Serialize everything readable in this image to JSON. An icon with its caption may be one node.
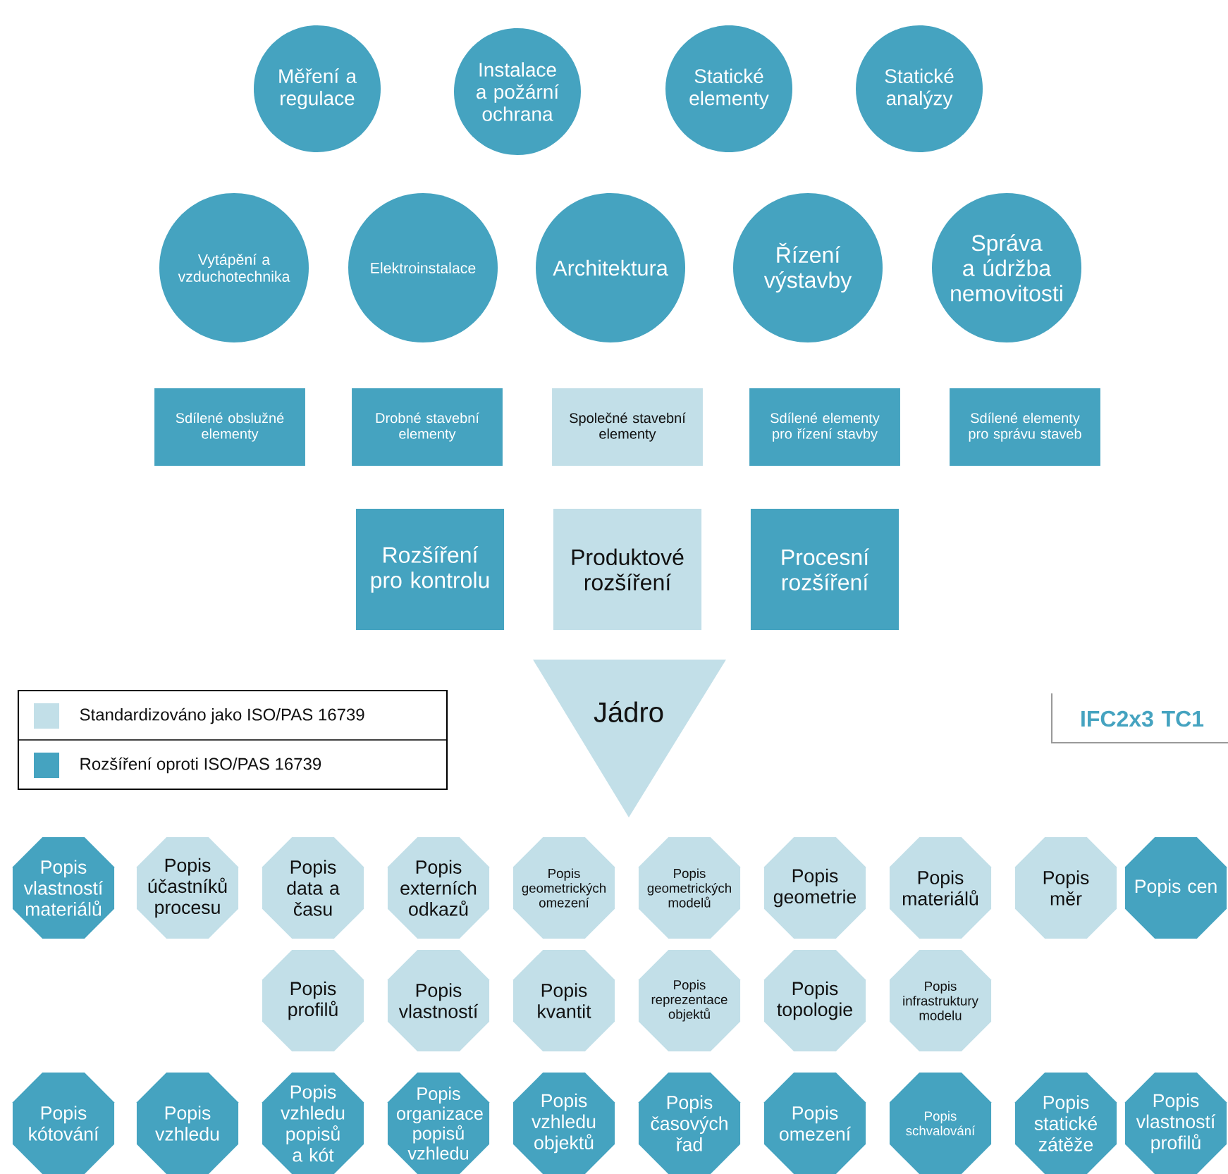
{
  "diagram": {
    "nodes": [
      {
        "text": [
          "Měření a regulace"
        ]
      },
      {
        "text": [
          "Instalace a požární ochrana"
        ]
      },
      {
        "text": [
          "Statické elementy"
        ]
      },
      {
        "text": [
          "Statické analýzy"
        ]
      },
      {
        "text": [
          "Vytápění a vzduchotechnika"
        ]
      },
      {
        "text": [
          "Elektroinstalace"
        ]
      },
      {
        "text": [
          "Architektura"
        ]
      },
      {
        "text": [
          "Řízení výstavby"
        ]
      },
      {
        "text": [
          "Správa a údržba nemovitosti"
        ]
      },
      {
        "text": [
          "Sdílené obslužné elementy"
        ]
      },
      {
        "text": [
          "Drobné stavební elementy"
        ]
      },
      {
        "text": [
          "Společné stavební elementy"
        ]
      },
      {
        "text": [
          "Sdílené elementy pro řízení stavby"
        ]
      },
      {
        "text": [
          "Sdílené elementy pro správu staveb"
        ]
      },
      {
        "text": [
          "Rozšíření pro kontrolu"
        ]
      },
      {
        "text": [
          "Produktové rozšíření"
        ]
      },
      {
        "text": [
          "Procesní rozšíření"
        ]
      },
      {
        "text": [
          "Jádro"
        ]
      },
      {
        "text": [
          "IFC2x3 TC1"
        ]
      },
      {
        "text": [
          "Popis vlastností materiálů"
        ]
      },
      {
        "text": [
          "Popis účastníků procesu"
        ]
      },
      {
        "text": [
          "Popis data a času"
        ]
      },
      {
        "text": [
          "Popis externích odkazů"
        ]
      },
      {
        "text": [
          "Popis geometrických omezení"
        ]
      },
      {
        "text": [
          "Popis geometrických modelů"
        ]
      },
      {
        "text": [
          "Popis geometrie"
        ]
      },
      {
        "text": [
          "Popis materiálů"
        ]
      },
      {
        "text": [
          "Popis měr"
        ]
      },
      {
        "text": [
          "Popis cen"
        ]
      },
      {
        "text": [
          "Popis profilů"
        ]
      },
      {
        "text": [
          "Popis vlastností"
        ]
      },
      {
        "text": [
          "Popis kvantit"
        ]
      },
      {
        "text": [
          "Popis reprezentace objektů"
        ]
      },
      {
        "text": [
          "Popis topologie"
        ]
      },
      {
        "text": [
          "Popis infrastruktury modelu"
        ]
      },
      {
        "text": [
          "Popis kótování"
        ]
      },
      {
        "text": [
          "Popis vzhledu"
        ]
      },
      {
        "text": [
          "Popis vzhledu popisů a kót"
        ]
      },
      {
        "text": [
          "Popis organizace popisů vzhledu"
        ]
      },
      {
        "text": [
          "Popis vzhledu objektů"
        ]
      },
      {
        "text": [
          "Popis časových řad"
        ]
      },
      {
        "text": [
          "Popis omezení"
        ]
      },
      {
        "text": [
          "Popis schvalování"
        ]
      },
      {
        "text": [
          "Popis statické zátěže"
        ]
      },
      {
        "text": [
          "Popis vlastností profilů"
        ]
      }
    ],
    "legend": [
      {
        "text": "Standardizováno jako ISO/PAS 16739",
        "color": "#c2dfe8"
      },
      {
        "text": "Rozšíření oproti ISO/PAS 16739",
        "color": "#45a3c0"
      }
    ]
  }
}
